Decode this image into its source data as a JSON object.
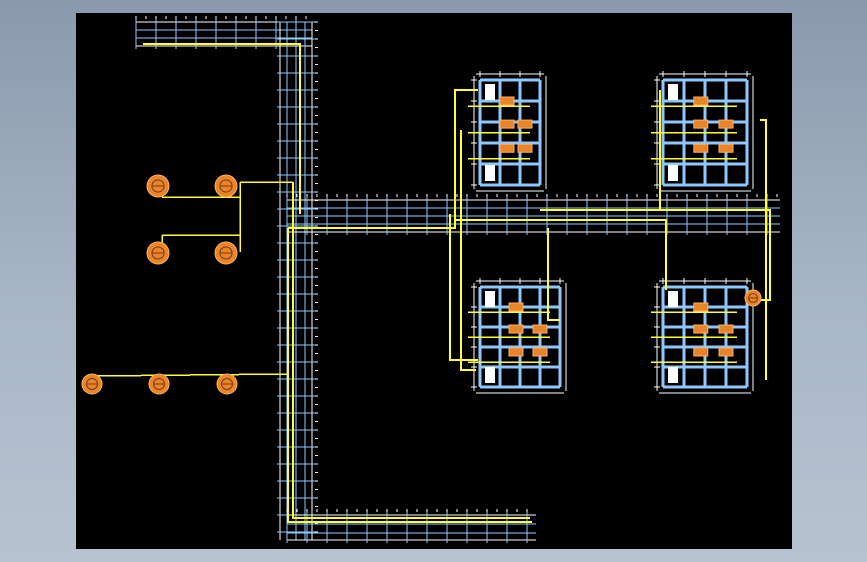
{
  "colors": {
    "background": "#000000",
    "frame": "#a4b2c4",
    "grid": "#8ec8ff",
    "gridThin": "#ffffff",
    "pipe": "#ffff33",
    "equipment": "#e8842c",
    "equipmentStroke": "#ffb060",
    "block": "#ffffff"
  },
  "drawing": {
    "type": "cad-plan",
    "elements": [
      "corridor-grid",
      "equipment-rooms",
      "pipe-routes",
      "pump-units"
    ]
  }
}
